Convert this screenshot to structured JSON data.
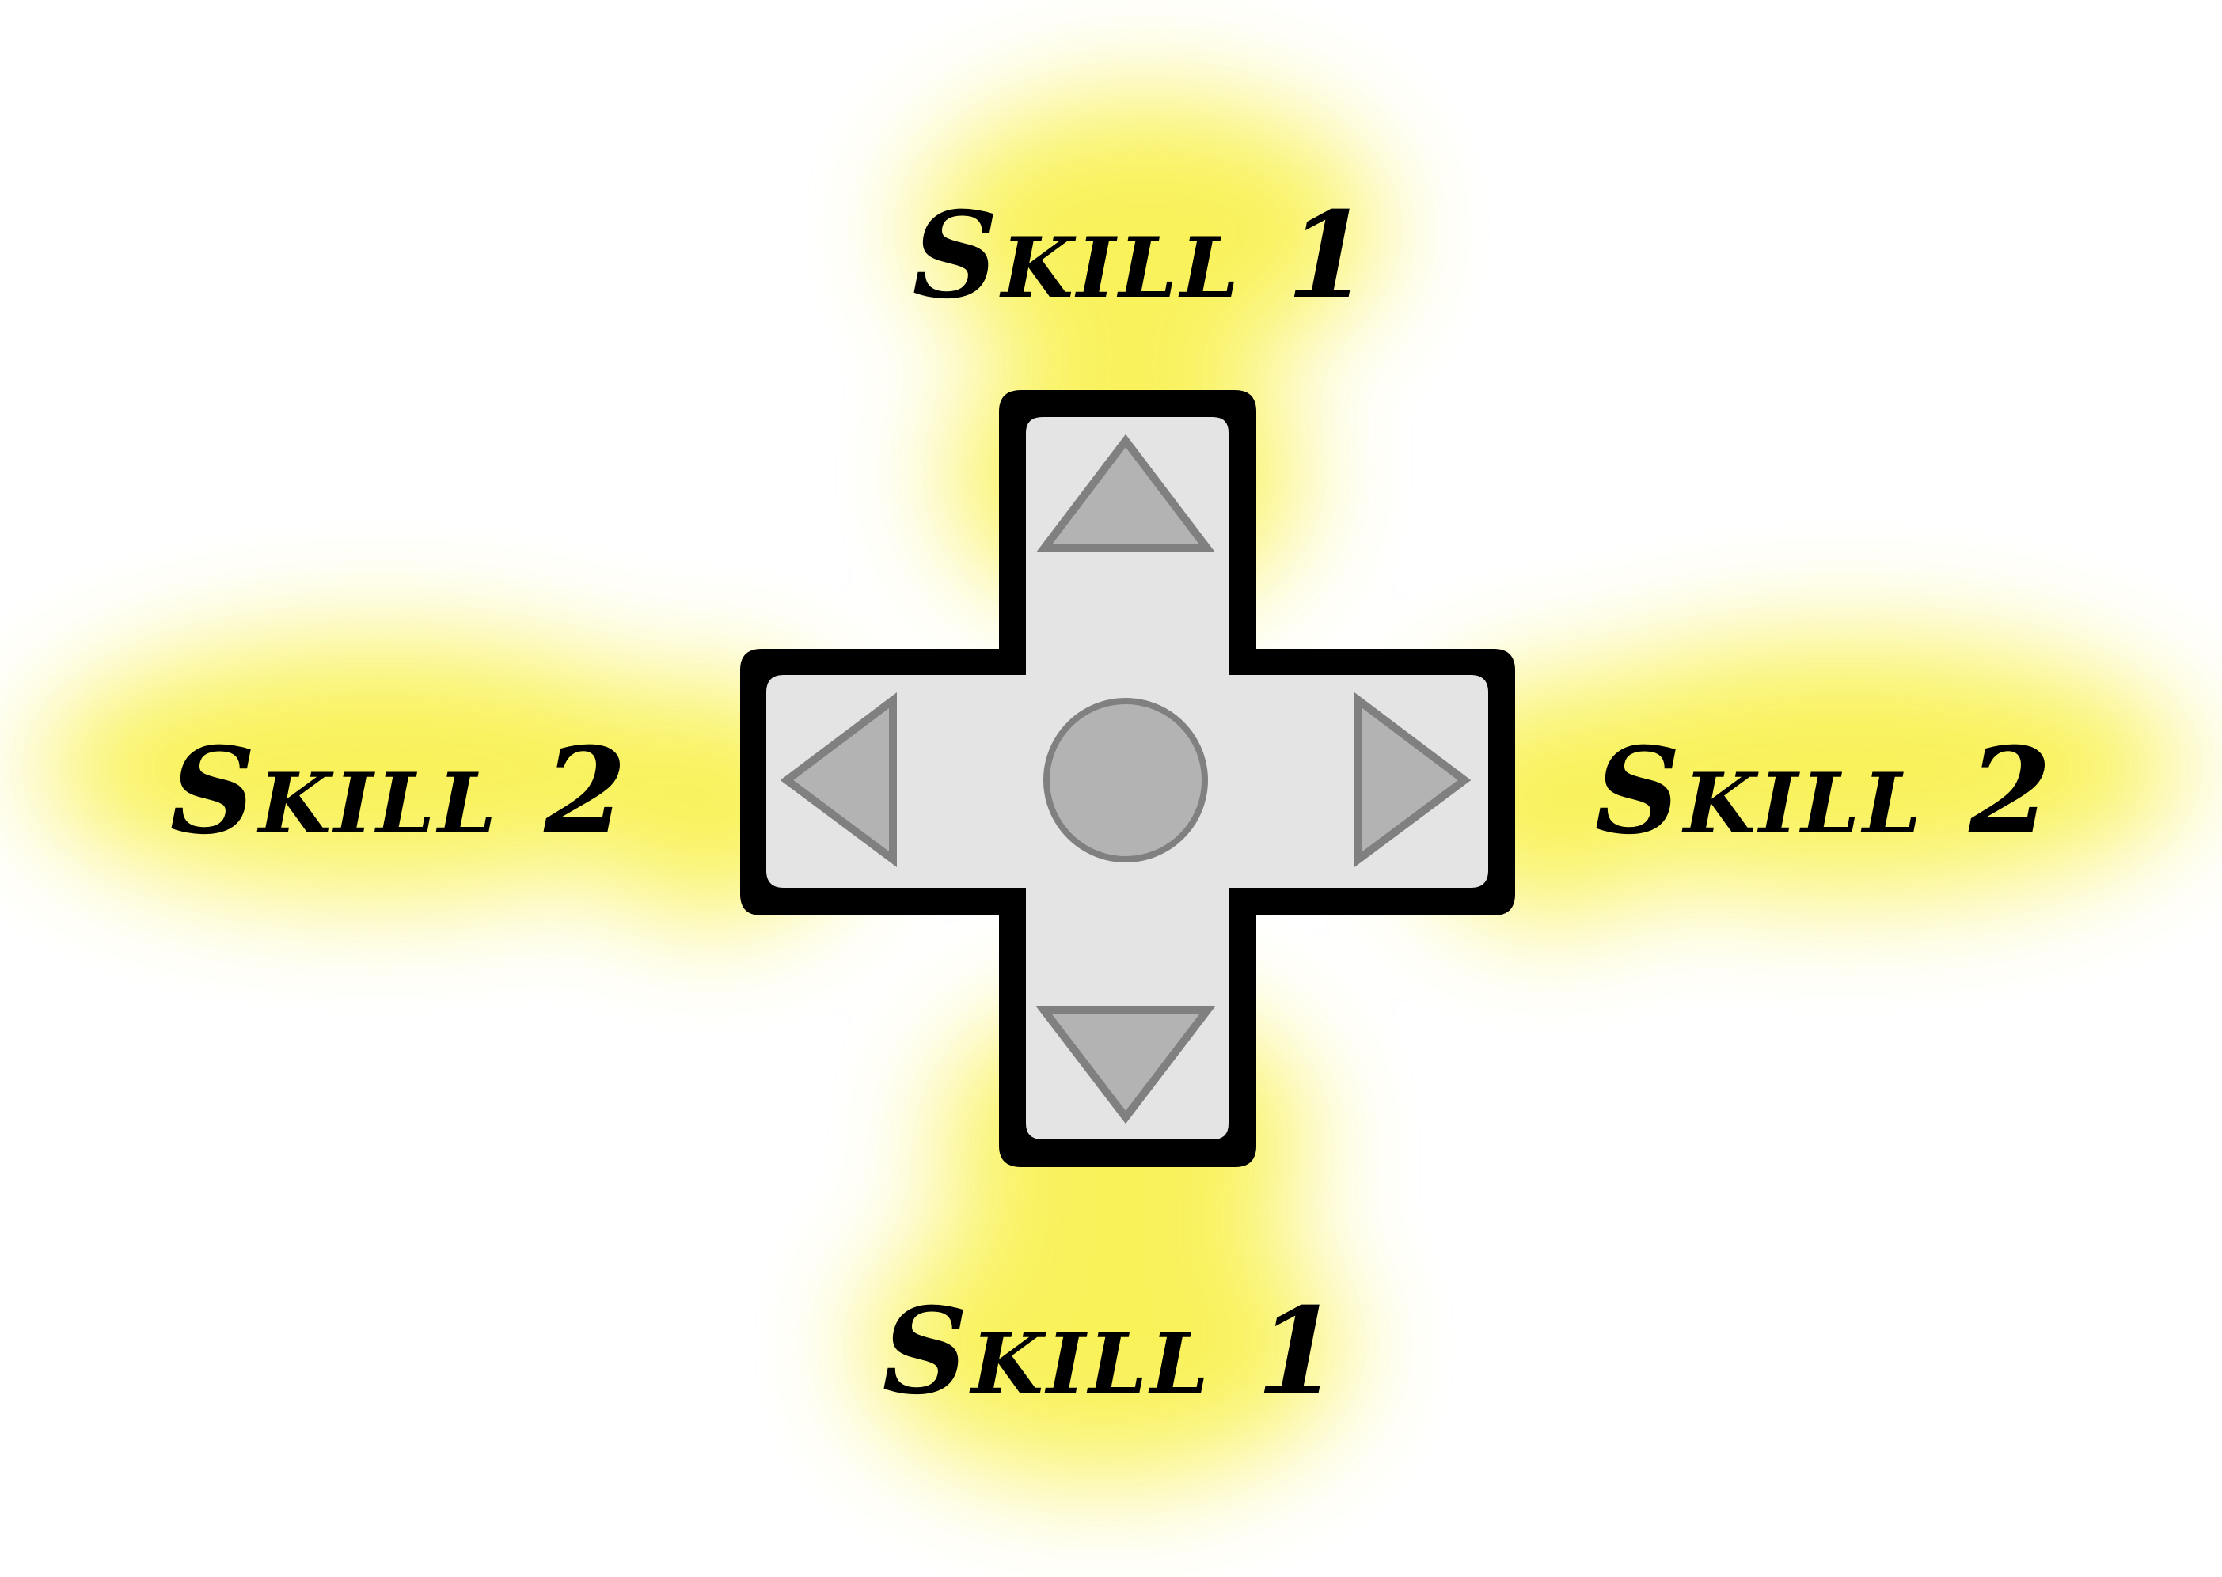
{
  "diagram": {
    "labels": {
      "top": "Skill 1",
      "bottom": "Skill 1",
      "left": "Skill 2",
      "right": "Skill 2"
    },
    "icons": {
      "dpad": "directional-pad-icon",
      "up": "arrow-up-icon",
      "down": "arrow-down-icon",
      "left": "arrow-left-icon",
      "right": "arrow-right-icon",
      "center": "center-button-icon"
    },
    "colors": {
      "glow": "#f8f03c",
      "pad_outline": "#000000",
      "pad_fill": "#e4e4e4",
      "arrow_fill": "#b3b3b3",
      "arrow_stroke": "#808080",
      "text": "#000000"
    }
  }
}
